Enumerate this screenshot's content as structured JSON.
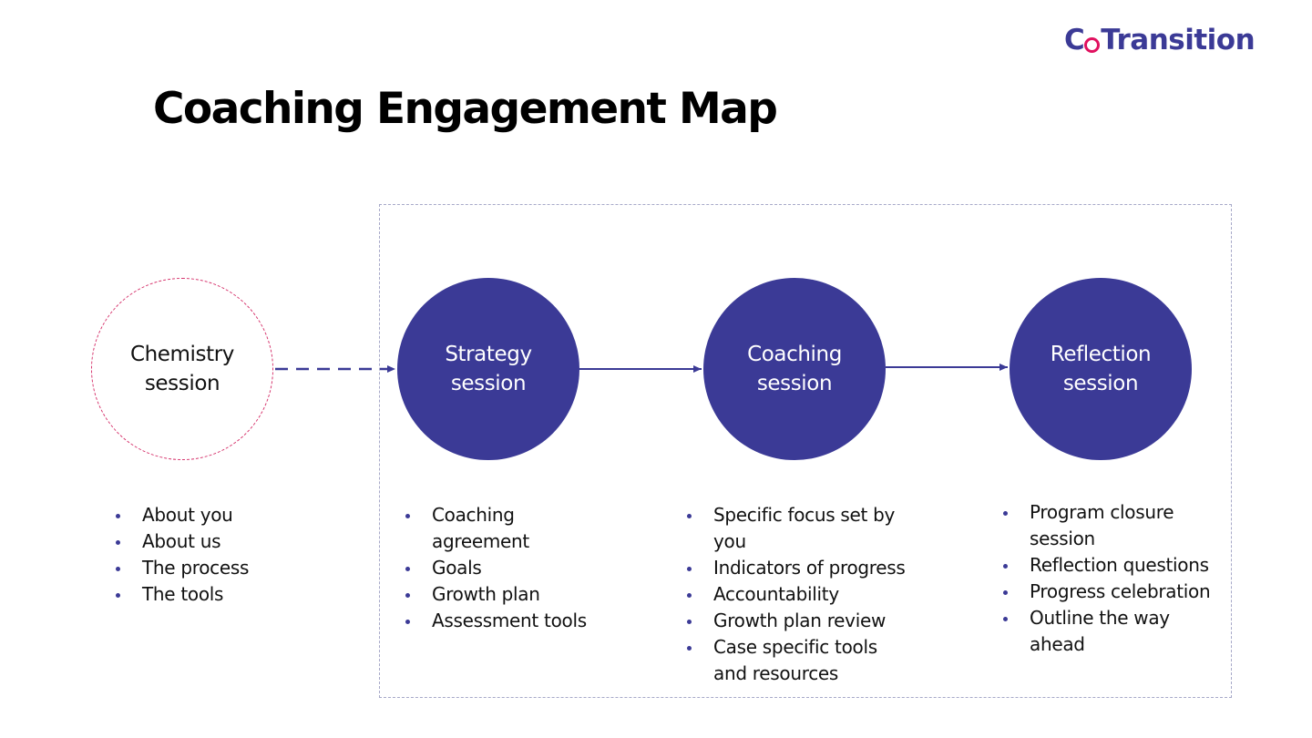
{
  "brand": {
    "logo_prefix": "C",
    "logo_suffix": "Transition",
    "accent": "#3b3a96",
    "logo_ring": "#e0115f"
  },
  "title": "Coaching Engagement Map",
  "colors": {
    "filled_circle": "#3b3a96",
    "chemistry_outline": "#d6336c",
    "frame": "#a6a8c8",
    "arrow": "#3b3a96"
  },
  "sessions": [
    {
      "label_line1": "Chemistry",
      "label_line2": "session",
      "style": "dashed-outline",
      "items": [
        "About you",
        "About us",
        "The process",
        "The tools"
      ]
    },
    {
      "label_line1": "Strategy",
      "label_line2": "session",
      "style": "filled",
      "items": [
        "Coaching agreement",
        "Goals",
        "Growth plan",
        "Assessment tools"
      ]
    },
    {
      "label_line1": "Coaching",
      "label_line2": "session",
      "style": "filled",
      "items": [
        "Specific focus set by you",
        "Indicators of progress",
        "Accountability",
        "Growth plan review",
        "Case specific tools and resources"
      ]
    },
    {
      "label_line1": "Reflection",
      "label_line2": "session",
      "style": "filled",
      "items": [
        "Program closure session",
        "Reflection questions",
        "Progress celebration",
        "Outline the way ahead"
      ]
    }
  ],
  "connectors": [
    {
      "from": "Chemistry session",
      "to": "Strategy session",
      "style": "dashed-arrow"
    },
    {
      "from": "Strategy session",
      "to": "Coaching session",
      "style": "solid-arrow"
    },
    {
      "from": "Coaching session",
      "to": "Reflection session",
      "style": "solid-arrow"
    }
  ]
}
